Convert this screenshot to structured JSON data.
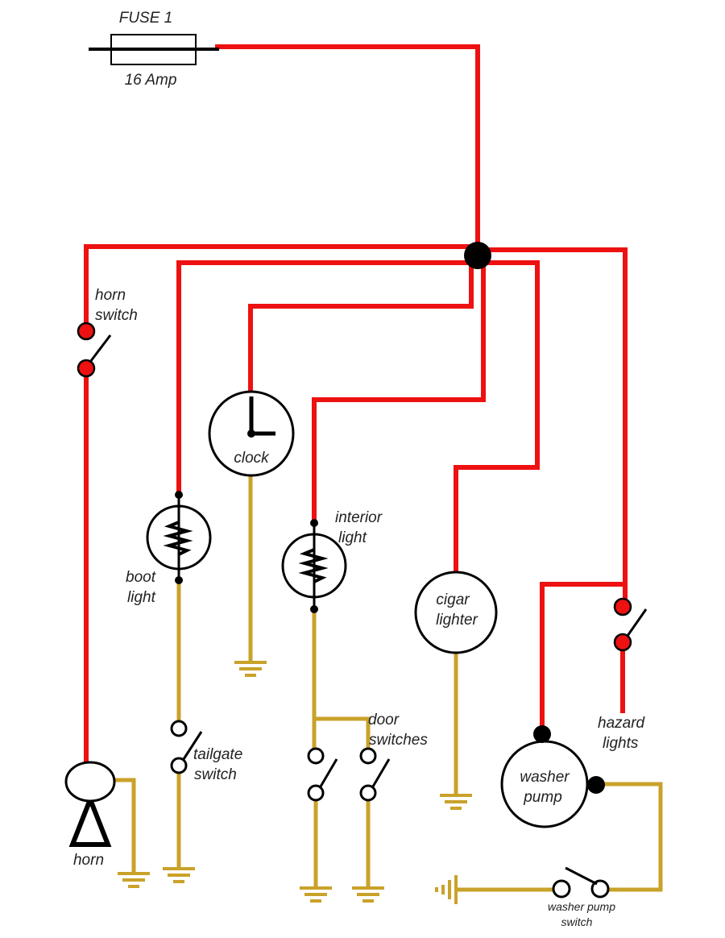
{
  "fuse": {
    "name": "FUSE 1",
    "rating": "16 Amp"
  },
  "labels": {
    "horn_switch": [
      "horn",
      "switch"
    ],
    "clock": "clock",
    "boot_light": [
      "boot",
      "light"
    ],
    "interior_light": [
      "interior",
      "light"
    ],
    "cigar_lighter": [
      "cigar",
      "lighter"
    ],
    "tailgate_switch": [
      "tailgate",
      "switch"
    ],
    "door_switches": [
      "door",
      "switches"
    ],
    "hazard_lights": [
      "hazard",
      "lights"
    ],
    "washer_pump": [
      "washer",
      "pump"
    ],
    "washer_pump_switch": [
      "washer pump",
      "switch"
    ],
    "horn": "horn"
  },
  "colors": {
    "live_wire": "#ee1111",
    "earth_wire": "#c9a22a",
    "terminal_red": "#ee1111",
    "outline": "#000000"
  }
}
